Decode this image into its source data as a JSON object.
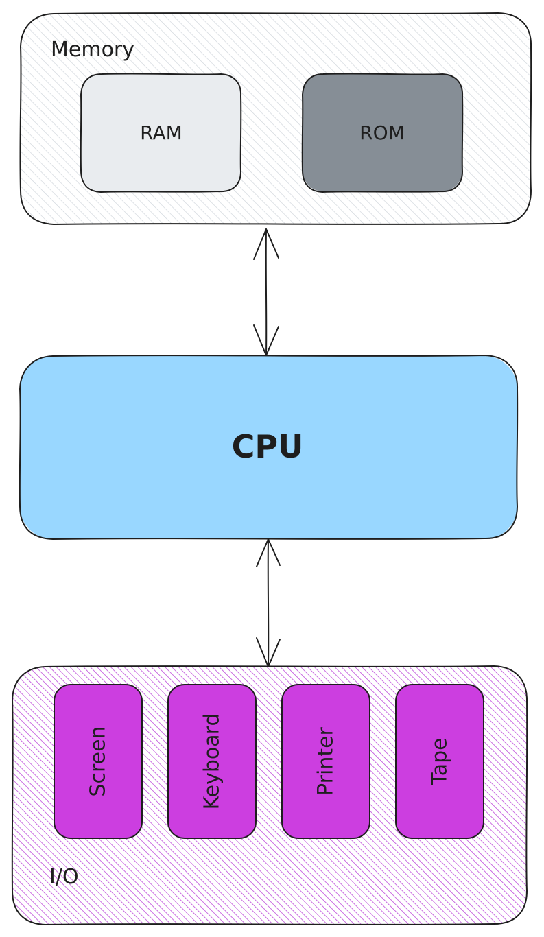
{
  "memory": {
    "label": "Memory",
    "fill_color": "#f1f3f5",
    "hatch_color": "#ced4da",
    "ram": {
      "label": "RAM",
      "color": "#e9ecef"
    },
    "rom": {
      "label": "ROM",
      "color": "#868e96"
    }
  },
  "cpu": {
    "label": "CPU",
    "color": "#99d7ff"
  },
  "io": {
    "label": "I/O",
    "hatch_color": "#be4bdb",
    "device_color": "#cc3ee0",
    "devices": [
      {
        "label": "Screen"
      },
      {
        "label": "Keyboard"
      },
      {
        "label": "Printer"
      },
      {
        "label": "Tape"
      }
    ]
  },
  "connections": [
    {
      "from": "Memory",
      "to": "CPU",
      "style": "bidirectional-arrow"
    },
    {
      "from": "CPU",
      "to": "I/O",
      "style": "bidirectional-arrow"
    }
  ],
  "stroke_color": "#1e1e1e"
}
